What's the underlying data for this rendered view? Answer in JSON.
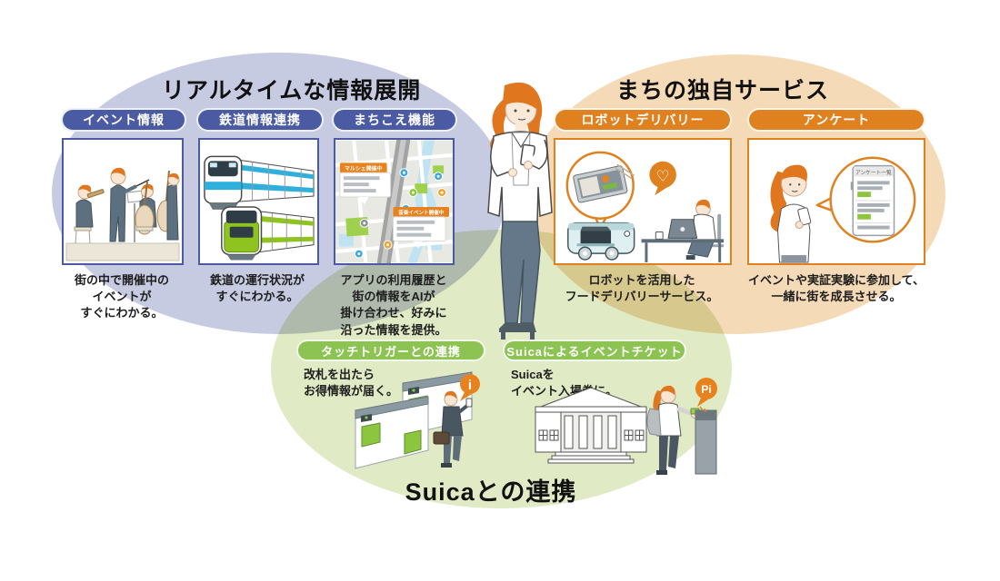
{
  "colors": {
    "blue": "#4b5ba3",
    "blue_light": "#c7cbe1",
    "orange": "#e0811f",
    "orange_light": "#f5dab7",
    "green": "#8dc353",
    "green_light": "#e0eac4"
  },
  "sections": {
    "realtime": {
      "title": "リアルタイムな情報展開",
      "items": [
        {
          "label": "イベント情報",
          "caption": "街の中で開催中の\nイベントが\nすぐにわかる。"
        },
        {
          "label": "鉄道情報連携",
          "caption": "鉄道の運行状況が\nすぐにわかる。"
        },
        {
          "label": "まちこえ機能",
          "caption": "アプリの利用履歴と\n街の情報をAIが\n掛け合わせ、好みに\n沿った情報を提供。"
        }
      ],
      "map_labels": {
        "marche": "マルシェ開催中",
        "music": "音楽イベント開催中"
      }
    },
    "machi": {
      "title": "まちの独自サービス",
      "items": [
        {
          "label": "ロボットデリバリー",
          "caption": "ロボットを活用した\nフードデリバリーサービス。"
        },
        {
          "label": "アンケート",
          "caption": "イベントや実証実験に参加して、\n一緒に街を成長させる。"
        }
      ],
      "phone_header": "アンケート一覧"
    },
    "suica": {
      "title": "Suicaとの連携",
      "items": [
        {
          "label": "タッチトリガーとの連携",
          "caption": "改札を出たら\nお得情報が届く。"
        },
        {
          "label": "Suicaによるイベントチケット",
          "caption": "Suicaを\nイベント入場券に。"
        }
      ],
      "badges": {
        "info": "i",
        "pi": "Pi"
      }
    }
  }
}
